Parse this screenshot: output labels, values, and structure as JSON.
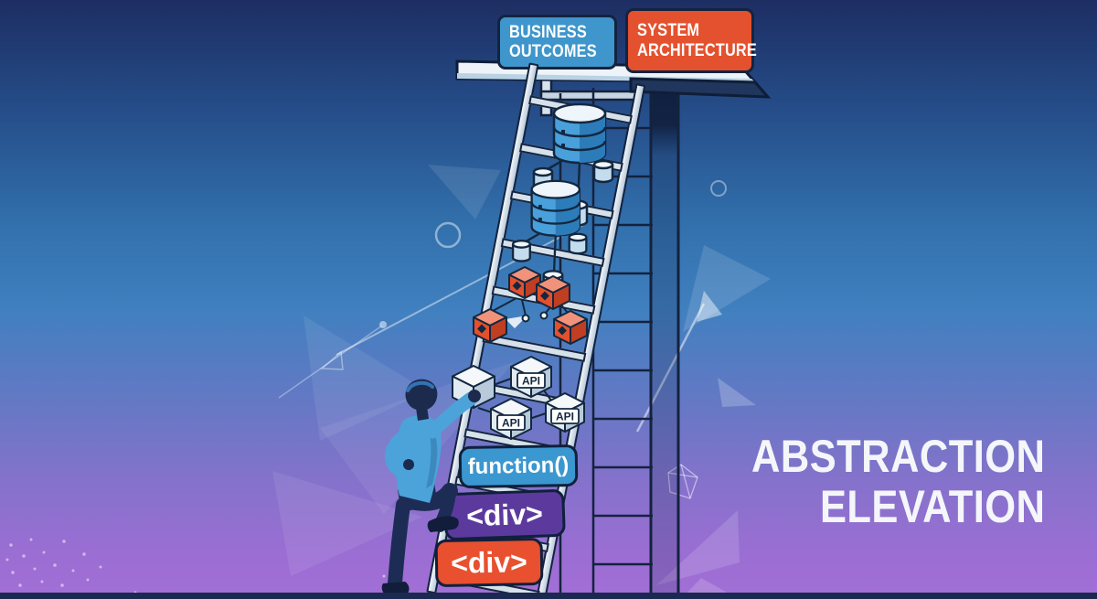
{
  "title": {
    "line1": "ABSTRACTION",
    "line2": "ELEVATION"
  },
  "signs": {
    "business_outcomes": {
      "line1": "BUSINESS",
      "line2": "OUTCOMES",
      "color": "#3e96cc"
    },
    "system_architecture": {
      "line1": "SYSTEM",
      "line2": "ARCHITECTURE",
      "color": "#e4512e"
    }
  },
  "ladder": {
    "rung_count": 11,
    "levels_top_to_bottom": [
      {
        "icon": "database-cluster-icon"
      },
      {
        "icon": "database-cluster-icon"
      },
      {
        "icon": "module-cubes-icon"
      },
      {
        "icon": "api-cubes-icon",
        "api_labels": [
          "API",
          "API",
          "API"
        ]
      },
      {
        "label": "function()",
        "color": "#3b97d0"
      },
      {
        "label": "<div>",
        "color": "#5c3a9d"
      },
      {
        "label": "<div>",
        "color": "#e8502f"
      }
    ]
  },
  "api_labels": [
    "API",
    "API",
    "API"
  ],
  "pill_labels": {
    "function": "function()",
    "div_purple": "<div>",
    "div_orange": "<div>"
  },
  "figure": {
    "description": "person-climbing-ladder"
  },
  "colors": {
    "bg_top": "#1d2e63",
    "bg_bottom": "#a36fd6",
    "ground": "#1b2950",
    "sign_blue": "#3e96cc",
    "sign_red": "#e4512e",
    "pill_function": "#3b97d0",
    "pill_div_purple": "#5c3a9d",
    "pill_div_orange": "#e8502f",
    "module_cube": "#e4502c",
    "api_cube": "#e2ebf2",
    "database": "#49a0da",
    "ladder_rail": "#d6e1ea",
    "outline": "#142440",
    "title_text": "#f4f6f9"
  }
}
